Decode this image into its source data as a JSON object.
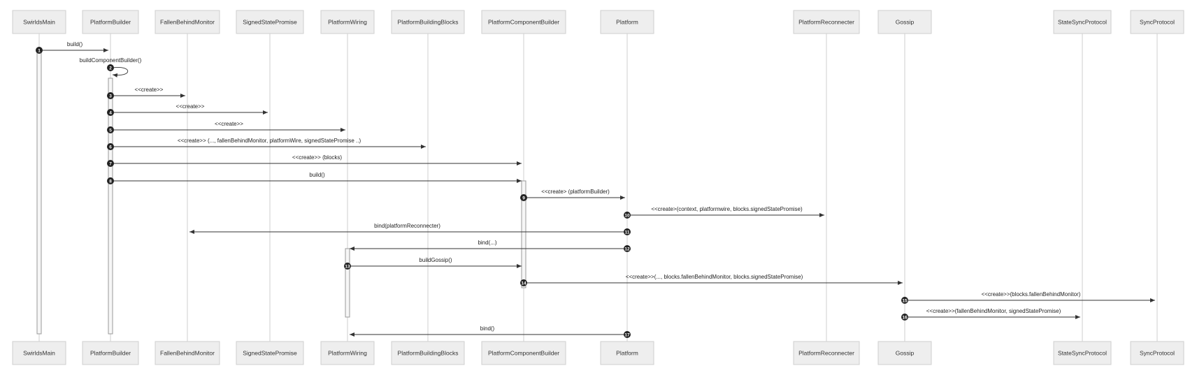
{
  "colors": {
    "box_fill": "#eeeeee",
    "box_stroke": "#cfcfcf",
    "lifeline": "#cfcfcf",
    "arrow": "#333333",
    "badge": "#222222",
    "activation_fill": "#f6f6f6"
  },
  "participants": [
    {
      "id": "swirldsmain",
      "label": "SwirldsMain"
    },
    {
      "id": "platformbuilder",
      "label": "PlatformBuilder"
    },
    {
      "id": "fallenbehindmonitor",
      "label": "FallenBehindMonitor"
    },
    {
      "id": "signedstatepromise",
      "label": "SignedStatePromise"
    },
    {
      "id": "platformwiring",
      "label": "PlatformWiring"
    },
    {
      "id": "platformbuildingblocks",
      "label": "PlatformBuildingBlocks"
    },
    {
      "id": "platformcomponentbuilder",
      "label": "PlatformComponentBuilder"
    },
    {
      "id": "platform",
      "label": "Platform"
    },
    {
      "id": "platformreconnecter",
      "label": "PlatformReconnecter"
    },
    {
      "id": "gossip",
      "label": "Gossip"
    },
    {
      "id": "statesyncprotocol",
      "label": "StateSyncProtocol"
    },
    {
      "id": "syncprotocol",
      "label": "SyncProtocol"
    }
  ],
  "messages": [
    {
      "num": "1",
      "from": "swirldsmain",
      "to": "platformbuilder",
      "label": "build()"
    },
    {
      "num": "2",
      "from": "platformbuilder",
      "to": "platformbuilder",
      "label": "buildComponentBuilder()",
      "self": true
    },
    {
      "num": "3",
      "from": "platformbuilder",
      "to": "fallenbehindmonitor",
      "label": "<<create>>"
    },
    {
      "num": "4",
      "from": "platformbuilder",
      "to": "signedstatepromise",
      "label": "<<create>>"
    },
    {
      "num": "5",
      "from": "platformbuilder",
      "to": "platformwiring",
      "label": "<<create>>"
    },
    {
      "num": "6",
      "from": "platformbuilder",
      "to": "platformbuildingblocks",
      "label": "<<create>> (..., fallenBehindMonitor, platformWire, signedStatePromise ..)"
    },
    {
      "num": "7",
      "from": "platformbuilder",
      "to": "platformcomponentbuilder",
      "label": "<<create>> (blocks)"
    },
    {
      "num": "8",
      "from": "platformbuilder",
      "to": "platformcomponentbuilder",
      "label": "build()"
    },
    {
      "num": "9",
      "from": "platformcomponentbuilder",
      "to": "platform",
      "label": "<<create> (platformBuilder)"
    },
    {
      "num": "10",
      "from": "platform",
      "to": "platformreconnecter",
      "label": "<<create>(context, platformwire, blocks.signedStatePromise)"
    },
    {
      "num": "11",
      "from": "platform",
      "to": "fallenbehindmonitor",
      "label": "bind(platformReconnecter)"
    },
    {
      "num": "12",
      "from": "platform",
      "to": "platformwiring",
      "label": "bind(...)"
    },
    {
      "num": "13",
      "from": "platformwiring",
      "to": "platformcomponentbuilder",
      "label": "buildGossip()"
    },
    {
      "num": "14",
      "from": "platformcomponentbuilder",
      "to": "gossip",
      "label": "<<create>>(..., blocks.fallenBehindMonitor, blocks.signedStatePromise)"
    },
    {
      "num": "15",
      "from": "gossip",
      "to": "syncprotocol",
      "label": "<<create>>(blocks.fallenBehindMonitor)"
    },
    {
      "num": "16",
      "from": "gossip",
      "to": "statesyncprotocol",
      "label": "<<create>>(fallenBehindMonitor, signedStatePromise)"
    },
    {
      "num": "17",
      "from": "platform",
      "to": "platformwiring",
      "label": "bind()"
    }
  ]
}
